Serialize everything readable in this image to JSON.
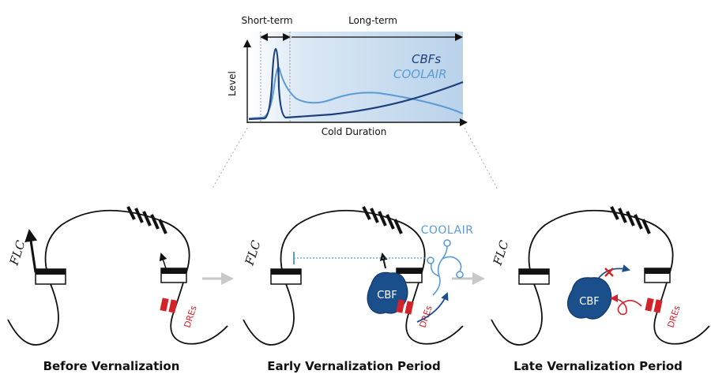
{
  "chart_data": {
    "type": "line",
    "xlabel": "Cold Duration",
    "ylabel": "Level",
    "phases": [
      "Short-term",
      "Long-term"
    ],
    "series": [
      {
        "name": "CBFs",
        "color": "#1b3f7a"
      },
      {
        "name": "COOLAIR",
        "color": "#5b9bd5"
      }
    ]
  },
  "panels": [
    {
      "title": "Before Vernalization",
      "gene": "FLC",
      "element": "DREs"
    },
    {
      "title": "Early Vernalization Period",
      "gene": "FLC",
      "element": "DREs",
      "protein": "CBF",
      "rna": "COOLAIR"
    },
    {
      "title": "Late Vernalization Period",
      "gene": "FLC",
      "element": "DREs",
      "protein": "CBF"
    }
  ],
  "colors": {
    "dark_blue": "#1b4f8c",
    "light_blue": "#5b9bd5",
    "red": "#d2232a",
    "grey_arrow": "#c8c8c8"
  }
}
